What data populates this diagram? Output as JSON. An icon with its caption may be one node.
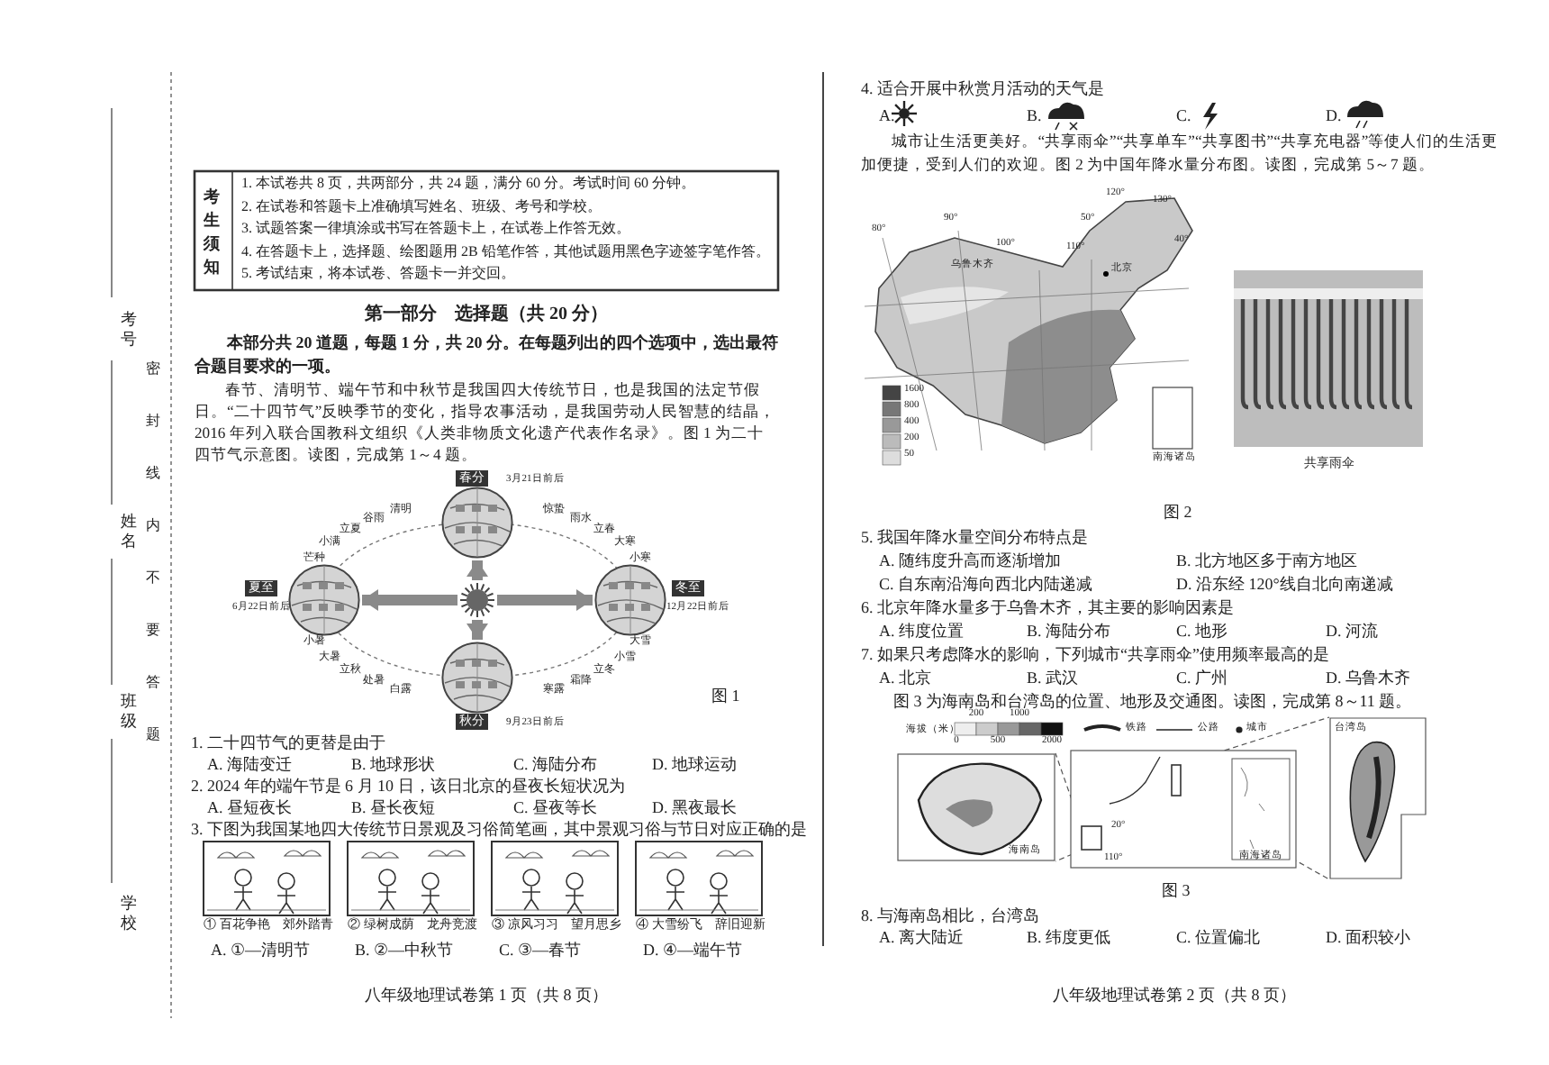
{
  "diagram": {
    "nodes": [
      {
        "text": [
          "春分"
        ],
        "beside": [
          "3月21日前后"
        ]
      },
      {
        "text": [
          "夏至"
        ],
        "beside": [
          "6月22日前后"
        ]
      },
      {
        "text": [],
        "shape": "picture"
      },
      {
        "text": [
          "冬至"
        ],
        "beside": [
          "12月22日前后"
        ]
      },
      {
        "text": [
          "秋分"
        ],
        "beside": [
          "9月23日前后"
        ]
      },
      {
        "text": [],
        "shape": "picture"
      },
      {
        "text": [],
        "shape": "picture"
      },
      {
        "text": [],
        "shape": "box",
        "in": 6
      },
      {
        "text": [],
        "shape": "box",
        "in": 6
      },
      {
        "text": [],
        "shape": "picture"
      }
    ],
    "edges": [
      {
        "from": 2,
        "to": 0,
        "arrow": "to",
        "style": "thick"
      },
      {
        "from": 2,
        "to": 1,
        "arrow": "to",
        "style": "thick"
      },
      {
        "from": 2,
        "to": 3,
        "arrow": "to",
        "style": "thick"
      },
      {
        "from": 2,
        "to": 4,
        "arrow": "to",
        "style": "thick"
      },
      {
        "from": 7,
        "to": 5,
        "arrow": "none",
        "style": "dashed"
      },
      {
        "from": 7,
        "to": 5,
        "arrow": "none",
        "style": "dashed"
      },
      {
        "from": 8,
        "to": 9,
        "arrow": "none",
        "style": "dashed"
      },
      {
        "from": 8,
        "to": 9,
        "arrow": "none",
        "style": "dashed"
      }
    ],
    "labels": [
      "考号",
      "姓名",
      "班级",
      "学校",
      "密封线内不要答题",
      "考生须知",
      "1. 本试卷共 8 页，共两部分，共 24 题，满分 60 分。考试时间 60 分钟。",
      "2. 在试卷和答题卡上准确填写姓名、班级、考号和学校。",
      "3. 试题答案一律填涂或书写在答题卡上，在试卷上作答无效。",
      "4. 在答题卡上，选择题、绘图题用 2B 铅笔作答，其他试题用黑色字迹签字笔作答。",
      "5. 考试结束，将本试卷、答题卡一并交回。",
      "第一部分　选择题（共 20 分）",
      "本部分共 20 道题，每题 1 分，共 20 分。在每题列出的四个选项中，选出最符合题目要求的一项。",
      "春节、清明节、端午节和中秋节是我国四大传统节日，也是我国的法定节假日。“二十四节气”反映季节的变化，指导农事活动，是我国劳动人民智慧的结晶，2016 年列入联合国教科文组织《人类非物质文化遗产代表作名录》。图 1 为二十四节气示意图。读图，完成第 1～4 题。",
      "清明",
      "谷雨",
      "立夏",
      "小满",
      "芒种",
      "小暑",
      "大暑",
      "立秋",
      "处暑",
      "白露",
      "寒露",
      "霜降",
      "立冬",
      "小雪",
      "大雪",
      "小寒",
      "大寒",
      "立春",
      "雨水",
      "惊蛰",
      "图 1",
      "1. 二十四节气的更替是由于",
      "A. 海陆变迁",
      "B. 地球形状",
      "C. 海陆分布",
      "D. 地球运动",
      "2. 2024 年的端午节是 6 月 10 日，该日北京的昼夜长短状况为",
      "A. 昼短夜长",
      "B. 昼长夜短",
      "C. 昼夜等长",
      "D. 黑夜最长",
      "3. 下图为我国某地四大传统节日景观及习俗简笔画，其中景观习俗与节日对应正确的是",
      "① 百花争艳　郊外踏青",
      "② 绿树成荫　龙舟竞渡",
      "③ 凉风习习　望月思乡",
      "④ 大雪纷飞　辞旧迎新",
      "A. ①—清明节",
      "B. ②—中秋节",
      "C. ③—春节",
      "D. ④—端午节",
      "八年级地理试卷第 1 页（共 8 页）",
      "4. 适合开展中秋赏月活动的天气是",
      "A.",
      "B.",
      "C.",
      "D.",
      "城市让生活更美好。“共享雨伞”“共享单车”“共享图书”“共享充电器”等使人们的生活更加便捷，受到人们的欢迎。图 2 为中国年降水量分布图。读图，完成第 5～7 题。",
      "乌鲁木齐",
      "北京",
      "80°",
      "90°",
      "100°",
      "110°",
      "120°",
      "130°",
      "50°",
      "40°",
      "1600",
      "800",
      "400",
      "200",
      "50",
      "南海诸岛",
      "共享雨伞",
      "图 2",
      "5. 我国年降水量空间分布特点是",
      "A. 随纬度升高而逐渐增加",
      "B. 北方地区多于南方地区",
      "C. 自东南沿海向西北内陆递减",
      "D. 沿东经 120°线自北向南递减",
      "6. 北京年降水量多于乌鲁木齐，其主要的影响因素是",
      "A. 纬度位置",
      "B. 海陆分布",
      "C. 地形",
      "D. 河流",
      "7. 如果只考虑降水的影响，下列城市“共享雨伞”使用频率最高的是",
      "A. 北京",
      "B. 武汉",
      "C. 广州",
      "D. 乌鲁木齐",
      "图 3 为海南岛和台湾岛的位置、地形及交通图。读图，完成第 8～11 题。",
      "海拔（米）",
      "200",
      "1000",
      "0",
      "500",
      "2000",
      "台湾岛",
      "海南岛",
      "20°",
      "110°",
      "南海诸岛",
      "图 3",
      "8. 与海南岛相比，台湾岛",
      "A. 离大陆近",
      "B. 纬度更低",
      "C. 位置偏北",
      "D. 面积较小",
      "八年级地理试卷第 2 页（共 8 页）"
    ],
    "legend": [
      {
        "text": "铁路"
      },
      {
        "text": "公路"
      },
      {
        "text": "城市"
      }
    ]
  }
}
